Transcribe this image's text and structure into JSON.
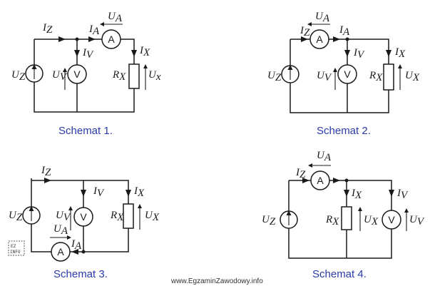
{
  "captions": [
    "Schemat 1.",
    "Schemat 2.",
    "Schemat 3.",
    "Schemat 4."
  ],
  "meter_labels": {
    "ammeter": "A",
    "voltmeter": "V"
  },
  "symbols": {
    "IZ": {
      "base": "I",
      "sub": "Z"
    },
    "IA": {
      "base": "I",
      "sub": "A"
    },
    "IV": {
      "base": "I",
      "sub": "V"
    },
    "IX": {
      "base": "I",
      "sub": "X"
    },
    "UA": {
      "base": "U",
      "sub": "A"
    },
    "UZ": {
      "base": "U",
      "sub": "Z"
    },
    "UV": {
      "base": "U",
      "sub": "V"
    },
    "UX": {
      "base": "U",
      "sub": "X"
    },
    "RX": {
      "base": "R",
      "sub": "X"
    },
    "Ux_partial": {
      "base": "U",
      "sub": "x"
    }
  },
  "footer": {
    "site": "www.EgzaminZawodowy.info",
    "logo": "EZ INFO"
  }
}
